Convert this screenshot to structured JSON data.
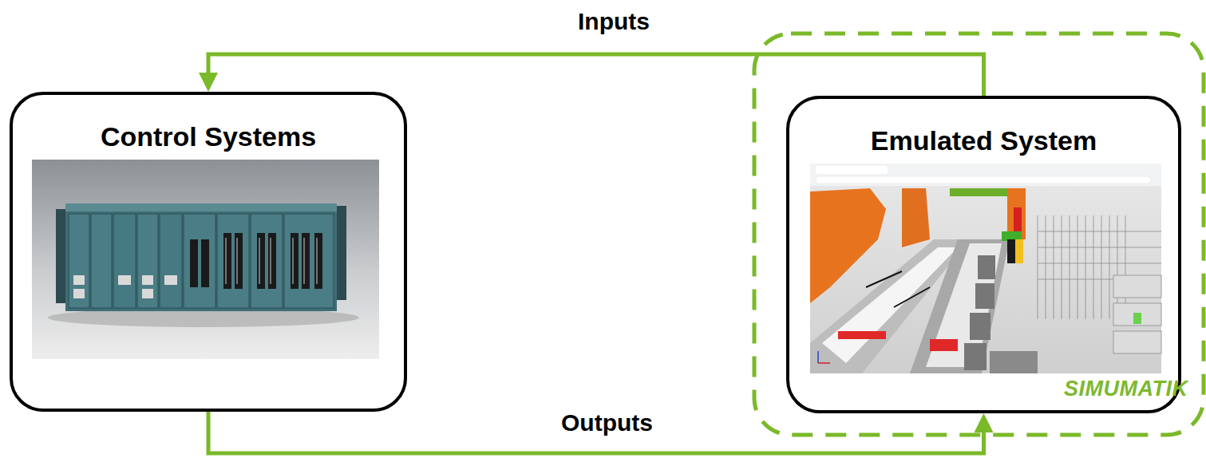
{
  "diagram": {
    "nodes": [
      {
        "text": [
          "Control Systems"
        ]
      },
      {
        "text": [
          "Emulated System"
        ]
      }
    ],
    "edges": [
      {
        "from": 1,
        "to": 0,
        "arrow": "to",
        "label": "Inputs"
      },
      {
        "from": 0,
        "to": 1,
        "arrow": "to",
        "label": "Outputs"
      }
    ],
    "labels": [
      "SIMUMATIK"
    ]
  }
}
